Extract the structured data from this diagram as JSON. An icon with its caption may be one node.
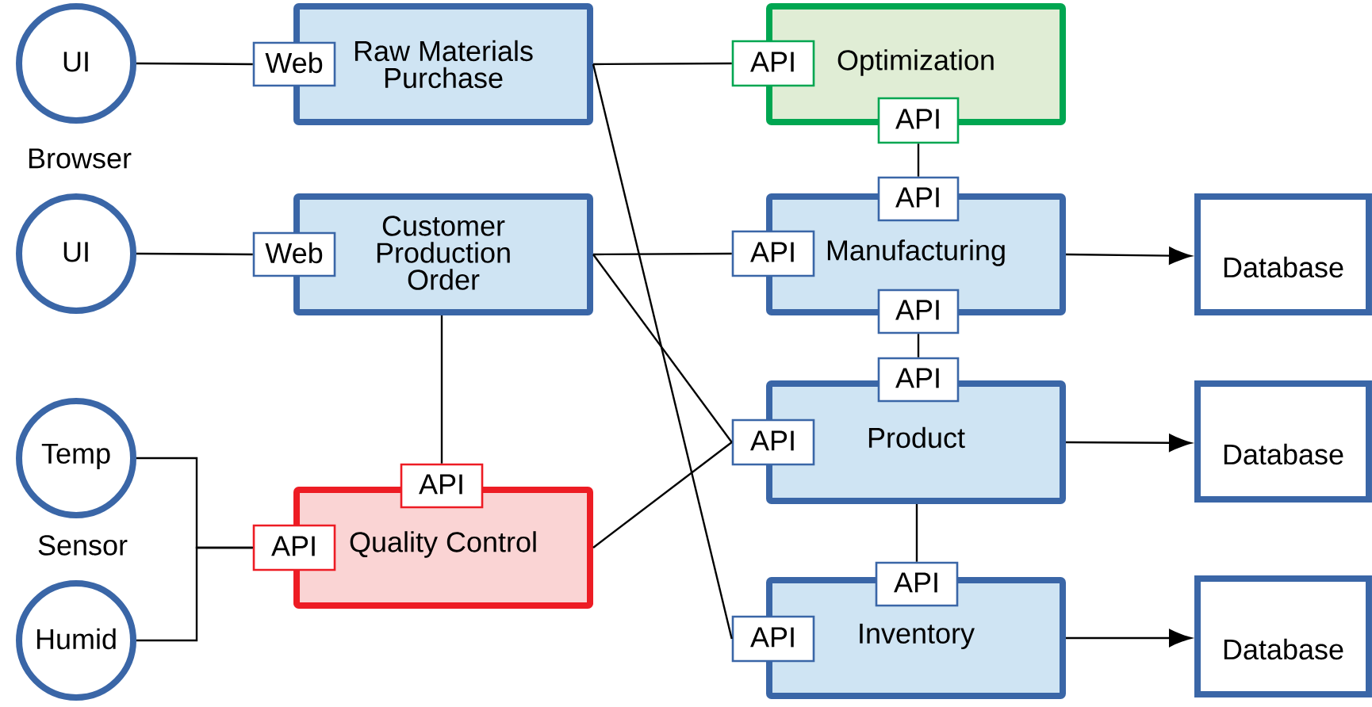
{
  "diagram": {
    "nodes": [
      {
        "text": [
          "UI"
        ]
      },
      {
        "text": [
          "Web"
        ]
      },
      {
        "text": [
          "Raw Materials Purchase"
        ]
      },
      {
        "text": [
          "API"
        ]
      },
      {
        "text": [
          "Optimization"
        ]
      },
      {
        "text": [
          "API"
        ]
      },
      {
        "text": [
          "UI"
        ]
      },
      {
        "text": [
          "Web"
        ]
      },
      {
        "text": [
          "Customer Production Order"
        ]
      },
      {
        "text": [
          "API"
        ]
      },
      {
        "text": [
          "API"
        ]
      },
      {
        "text": [
          "Manufacturing"
        ]
      },
      {
        "text": [
          "API"
        ]
      },
      {
        "text": [
          "Database"
        ]
      },
      {
        "text": [
          "Temp"
        ]
      },
      {
        "text": [
          "API"
        ]
      },
      {
        "text": [
          "API"
        ]
      },
      {
        "text": [
          "Quality Control"
        ]
      },
      {
        "text": [
          "API"
        ]
      },
      {
        "text": [
          "API"
        ]
      },
      {
        "text": [
          "Product"
        ]
      },
      {
        "text": [
          "Database"
        ]
      },
      {
        "text": [
          "Humid"
        ]
      },
      {
        "text": [
          "API"
        ]
      },
      {
        "text": [
          "API"
        ]
      },
      {
        "text": [
          "Inventory"
        ]
      },
      {
        "text": [
          "Database"
        ]
      }
    ],
    "edges": [
      {
        "from": 0,
        "to": 1,
        "arrow": "none"
      },
      {
        "from": 6,
        "to": 7,
        "arrow": "none"
      },
      {
        "from": 2,
        "to": 3,
        "arrow": "none"
      },
      {
        "from": 2,
        "to": 24,
        "arrow": "none"
      },
      {
        "from": 8,
        "to": 10,
        "arrow": "none"
      },
      {
        "from": 8,
        "to": 19,
        "arrow": "none"
      },
      {
        "from": 8,
        "to": 15,
        "arrow": "none"
      },
      {
        "from": 17,
        "to": 19,
        "arrow": "none"
      },
      {
        "from": 5,
        "to": 9,
        "arrow": "none"
      },
      {
        "from": 12,
        "to": 18,
        "arrow": "none"
      },
      {
        "from": 20,
        "to": 23,
        "arrow": "none"
      },
      {
        "from": 14,
        "to": 16,
        "arrow": "none"
      },
      {
        "from": 22,
        "to": 16,
        "arrow": "none"
      },
      {
        "from": 11,
        "to": 13,
        "arrow": "to"
      },
      {
        "from": 20,
        "to": 21,
        "arrow": "to"
      },
      {
        "from": 25,
        "to": 26,
        "arrow": "to"
      }
    ],
    "labels": [
      "Browser",
      "Sensor"
    ]
  }
}
